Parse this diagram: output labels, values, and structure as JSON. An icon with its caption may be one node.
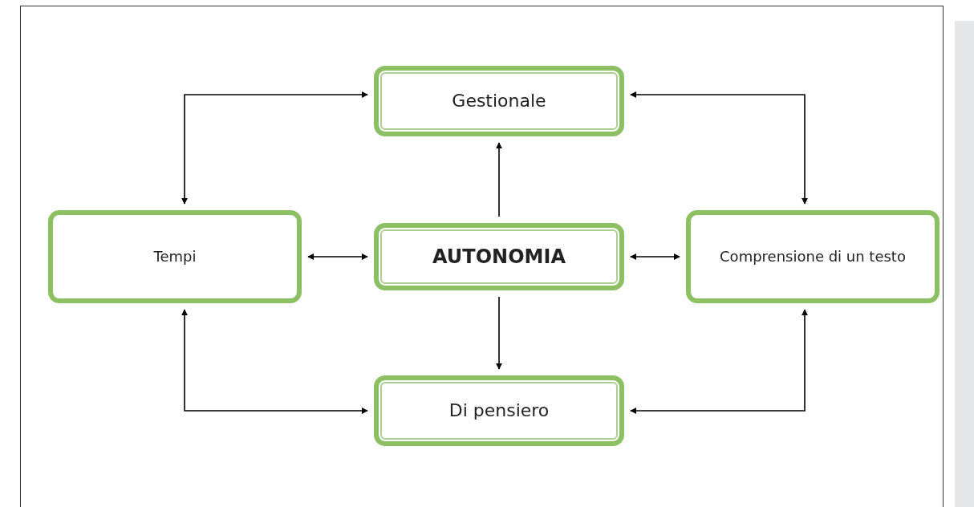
{
  "diagram": {
    "nodes": [
      {
        "text": [
          "Gestionale"
        ]
      },
      {
        "text": [
          "Tempi"
        ]
      },
      {
        "text": [
          "AUTONOMIA"
        ]
      },
      {
        "text": [
          "Comprensione di un testo"
        ]
      },
      {
        "text": [
          "Di pensiero"
        ]
      }
    ],
    "edges": [
      {
        "from": 2,
        "to": 0,
        "arrow": "to"
      },
      {
        "from": 2,
        "to": 4,
        "arrow": "to"
      },
      {
        "from": 1,
        "to": 2,
        "arrow": "both"
      },
      {
        "from": 2,
        "to": 3,
        "arrow": "both"
      },
      {
        "from": 1,
        "to": 0,
        "arrow": "both"
      },
      {
        "from": 0,
        "to": 3,
        "arrow": "both"
      },
      {
        "from": 1,
        "to": 4,
        "arrow": "both"
      },
      {
        "from": 3,
        "to": 4,
        "arrow": "both"
      }
    ]
  }
}
